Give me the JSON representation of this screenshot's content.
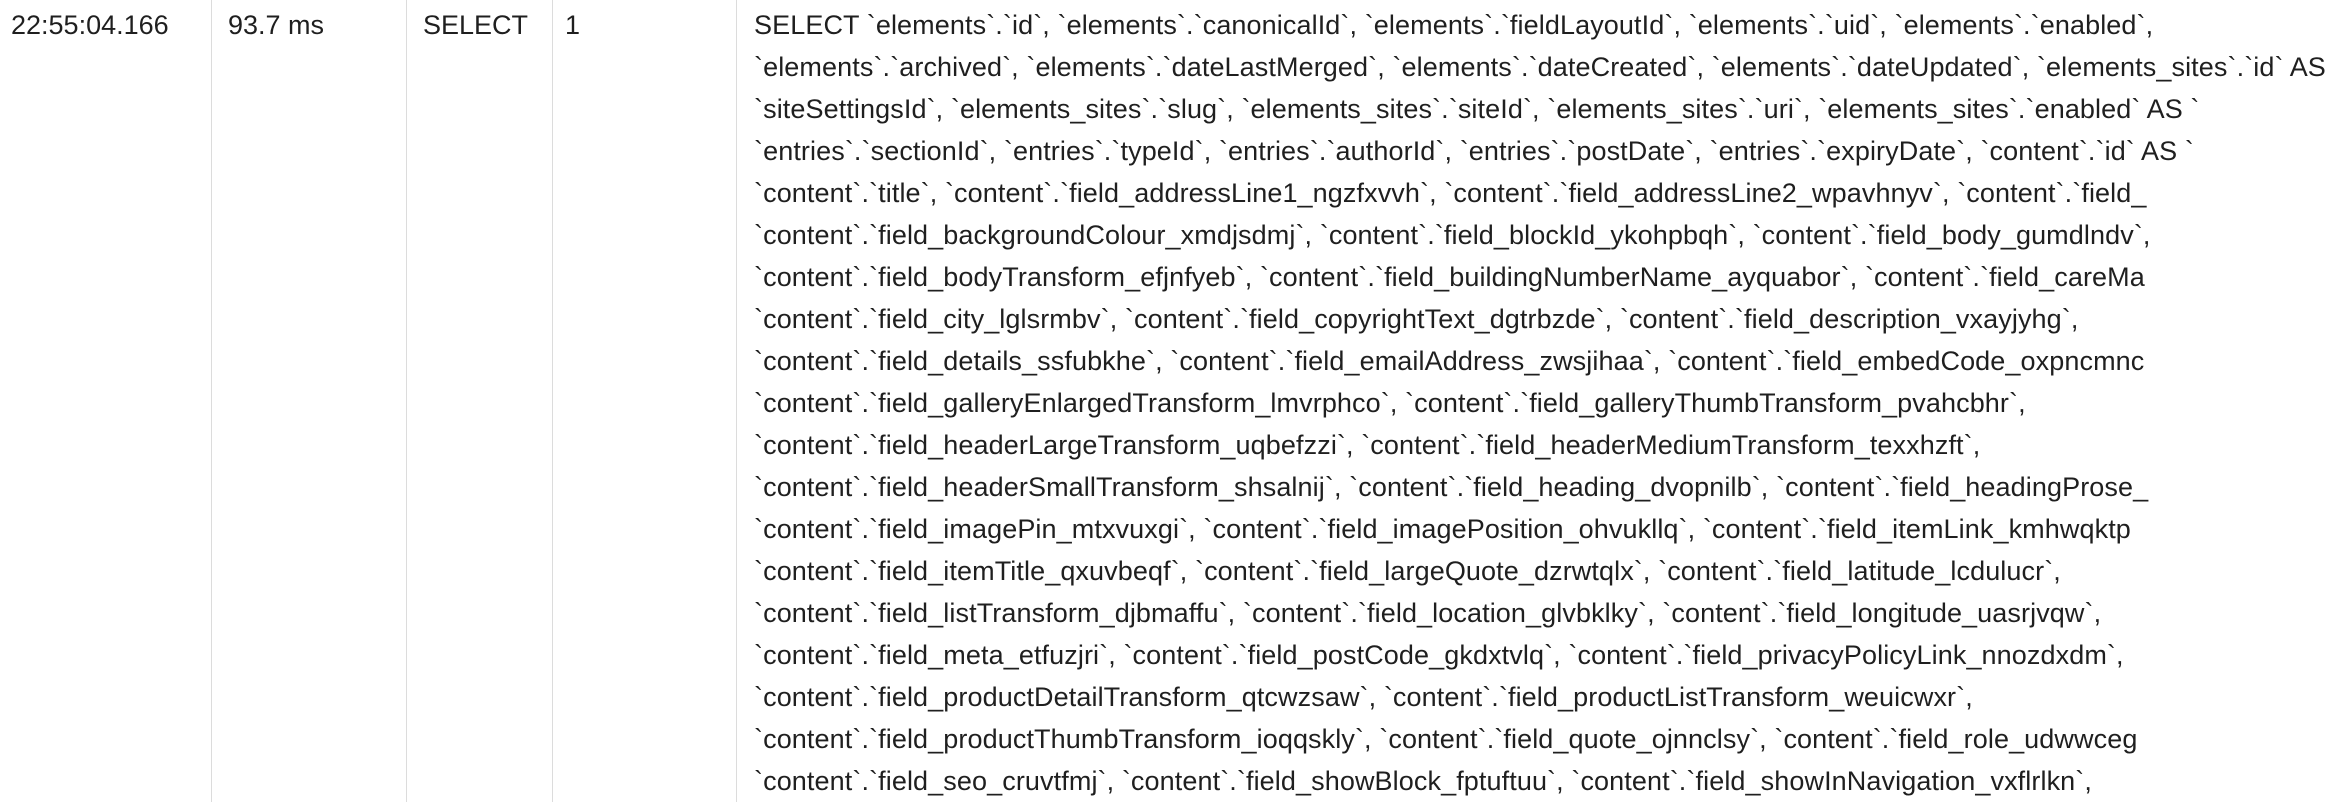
{
  "query": {
    "time": "22:55:04.166",
    "duration": "93.7 ms",
    "type": "SELECT",
    "rows": "1",
    "sql_lines": [
      "SELECT `elements`.`id`, `elements`.`canonicalId`, `elements`.`fieldLayoutId`, `elements`.`uid`, `elements`.`enabled`,",
      "`elements`.`archived`, `elements`.`dateLastMerged`, `elements`.`dateCreated`, `elements`.`dateUpdated`, `elements_sites`.`id` AS `",
      "`siteSettingsId`, `elements_sites`.`slug`, `elements_sites`.`siteId`, `elements_sites`.`uri`, `elements_sites`.`enabled` AS `",
      "`entries`.`sectionId`, `entries`.`typeId`, `entries`.`authorId`, `entries`.`postDate`, `entries`.`expiryDate`, `content`.`id` AS `",
      "`content`.`title`, `content`.`field_addressLine1_ngzfxvvh`, `content`.`field_addressLine2_wpavhnyv`, `content`.`field_",
      "`content`.`field_backgroundColour_xmdjsdmj`, `content`.`field_blockId_ykohpbqh`, `content`.`field_body_gumdlndv`,",
      "`content`.`field_bodyTransform_efjnfyeb`, `content`.`field_buildingNumberName_ayquabor`, `content`.`field_careMa",
      "`content`.`field_city_lglsrmbv`, `content`.`field_copyrightText_dgtrbzde`, `content`.`field_description_vxayjyhg`,",
      "`content`.`field_details_ssfubkhe`, `content`.`field_emailAddress_zwsjihaa`, `content`.`field_embedCode_oxpncmnc",
      "`content`.`field_galleryEnlargedTransform_lmvrphco`, `content`.`field_galleryThumbTransform_pvahcbhr`,",
      "`content`.`field_headerLargeTransform_uqbefzzi`, `content`.`field_headerMediumTransform_texxhzft`,",
      "`content`.`field_headerSmallTransform_shsalnij`, `content`.`field_heading_dvopnilb`, `content`.`field_headingProse_",
      "`content`.`field_imagePin_mtxvuxgi`, `content`.`field_imagePosition_ohvukllq`, `content`.`field_itemLink_kmhwqktp",
      "`content`.`field_itemTitle_qxuvbeqf`, `content`.`field_largeQuote_dzrwtqlx`, `content`.`field_latitude_lcdulucr`,",
      "`content`.`field_listTransform_djbmaffu`, `content`.`field_location_glvbklky`, `content`.`field_longitude_uasrjvqw`,",
      "`content`.`field_meta_etfuzjri`, `content`.`field_postCode_gkdxtvlq`, `content`.`field_privacyPolicyLink_nnozdxdm`,",
      "`content`.`field_productDetailTransform_qtcwzsaw`, `content`.`field_productListTransform_weuicwxr`,",
      "`content`.`field_productThumbTransform_ioqqskly`, `content`.`field_quote_ojnnclsy`, `content`.`field_role_udwwceg",
      "`content`.`field_seo_cruvtfmj`, `content`.`field_showBlock_fptuftuu`, `content`.`field_showInNavigation_vxflrlkn`,"
    ]
  }
}
